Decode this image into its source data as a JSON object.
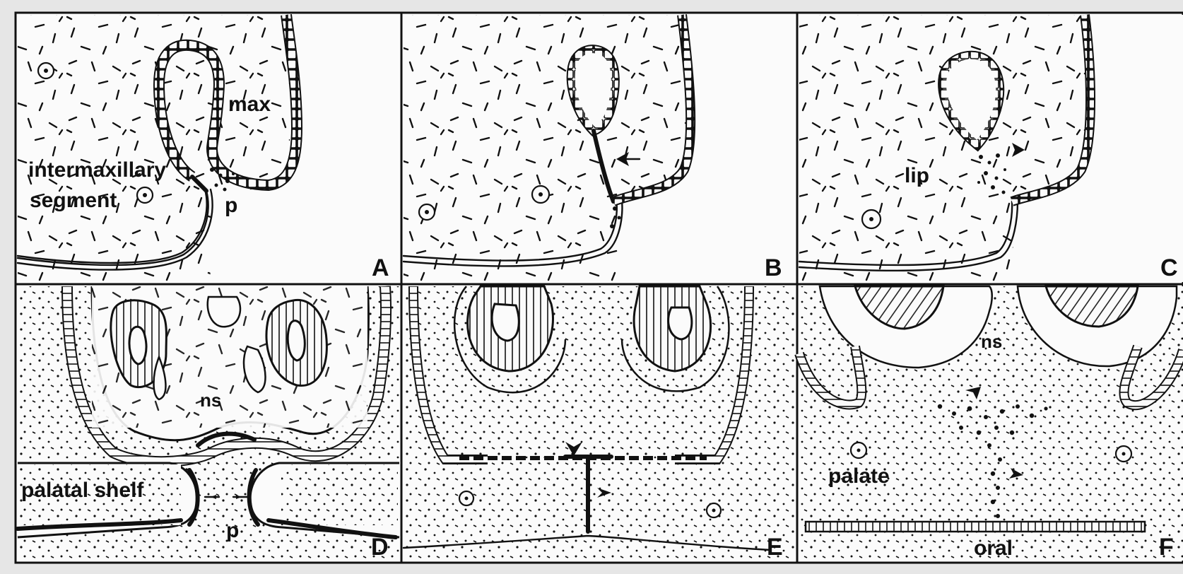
{
  "panels": {
    "a": {
      "letter": "A",
      "labels": {
        "max": "max",
        "intermax1": "intermaxillary",
        "intermax2": "segment",
        "p": "p"
      }
    },
    "b": {
      "letter": "B"
    },
    "c": {
      "letter": "C",
      "labels": {
        "lip": "lip"
      }
    },
    "d": {
      "letter": "D",
      "labels": {
        "ns": "ns",
        "shelf": "palatal shelf",
        "p": "p"
      }
    },
    "e": {
      "letter": "E"
    },
    "f": {
      "letter": "F",
      "labels": {
        "ns": "ns",
        "palate": "palate",
        "oral": "oral"
      }
    }
  },
  "colors": {
    "ink": "#111111",
    "paper": "#fbfbfb",
    "border": "#e6e6e6"
  }
}
